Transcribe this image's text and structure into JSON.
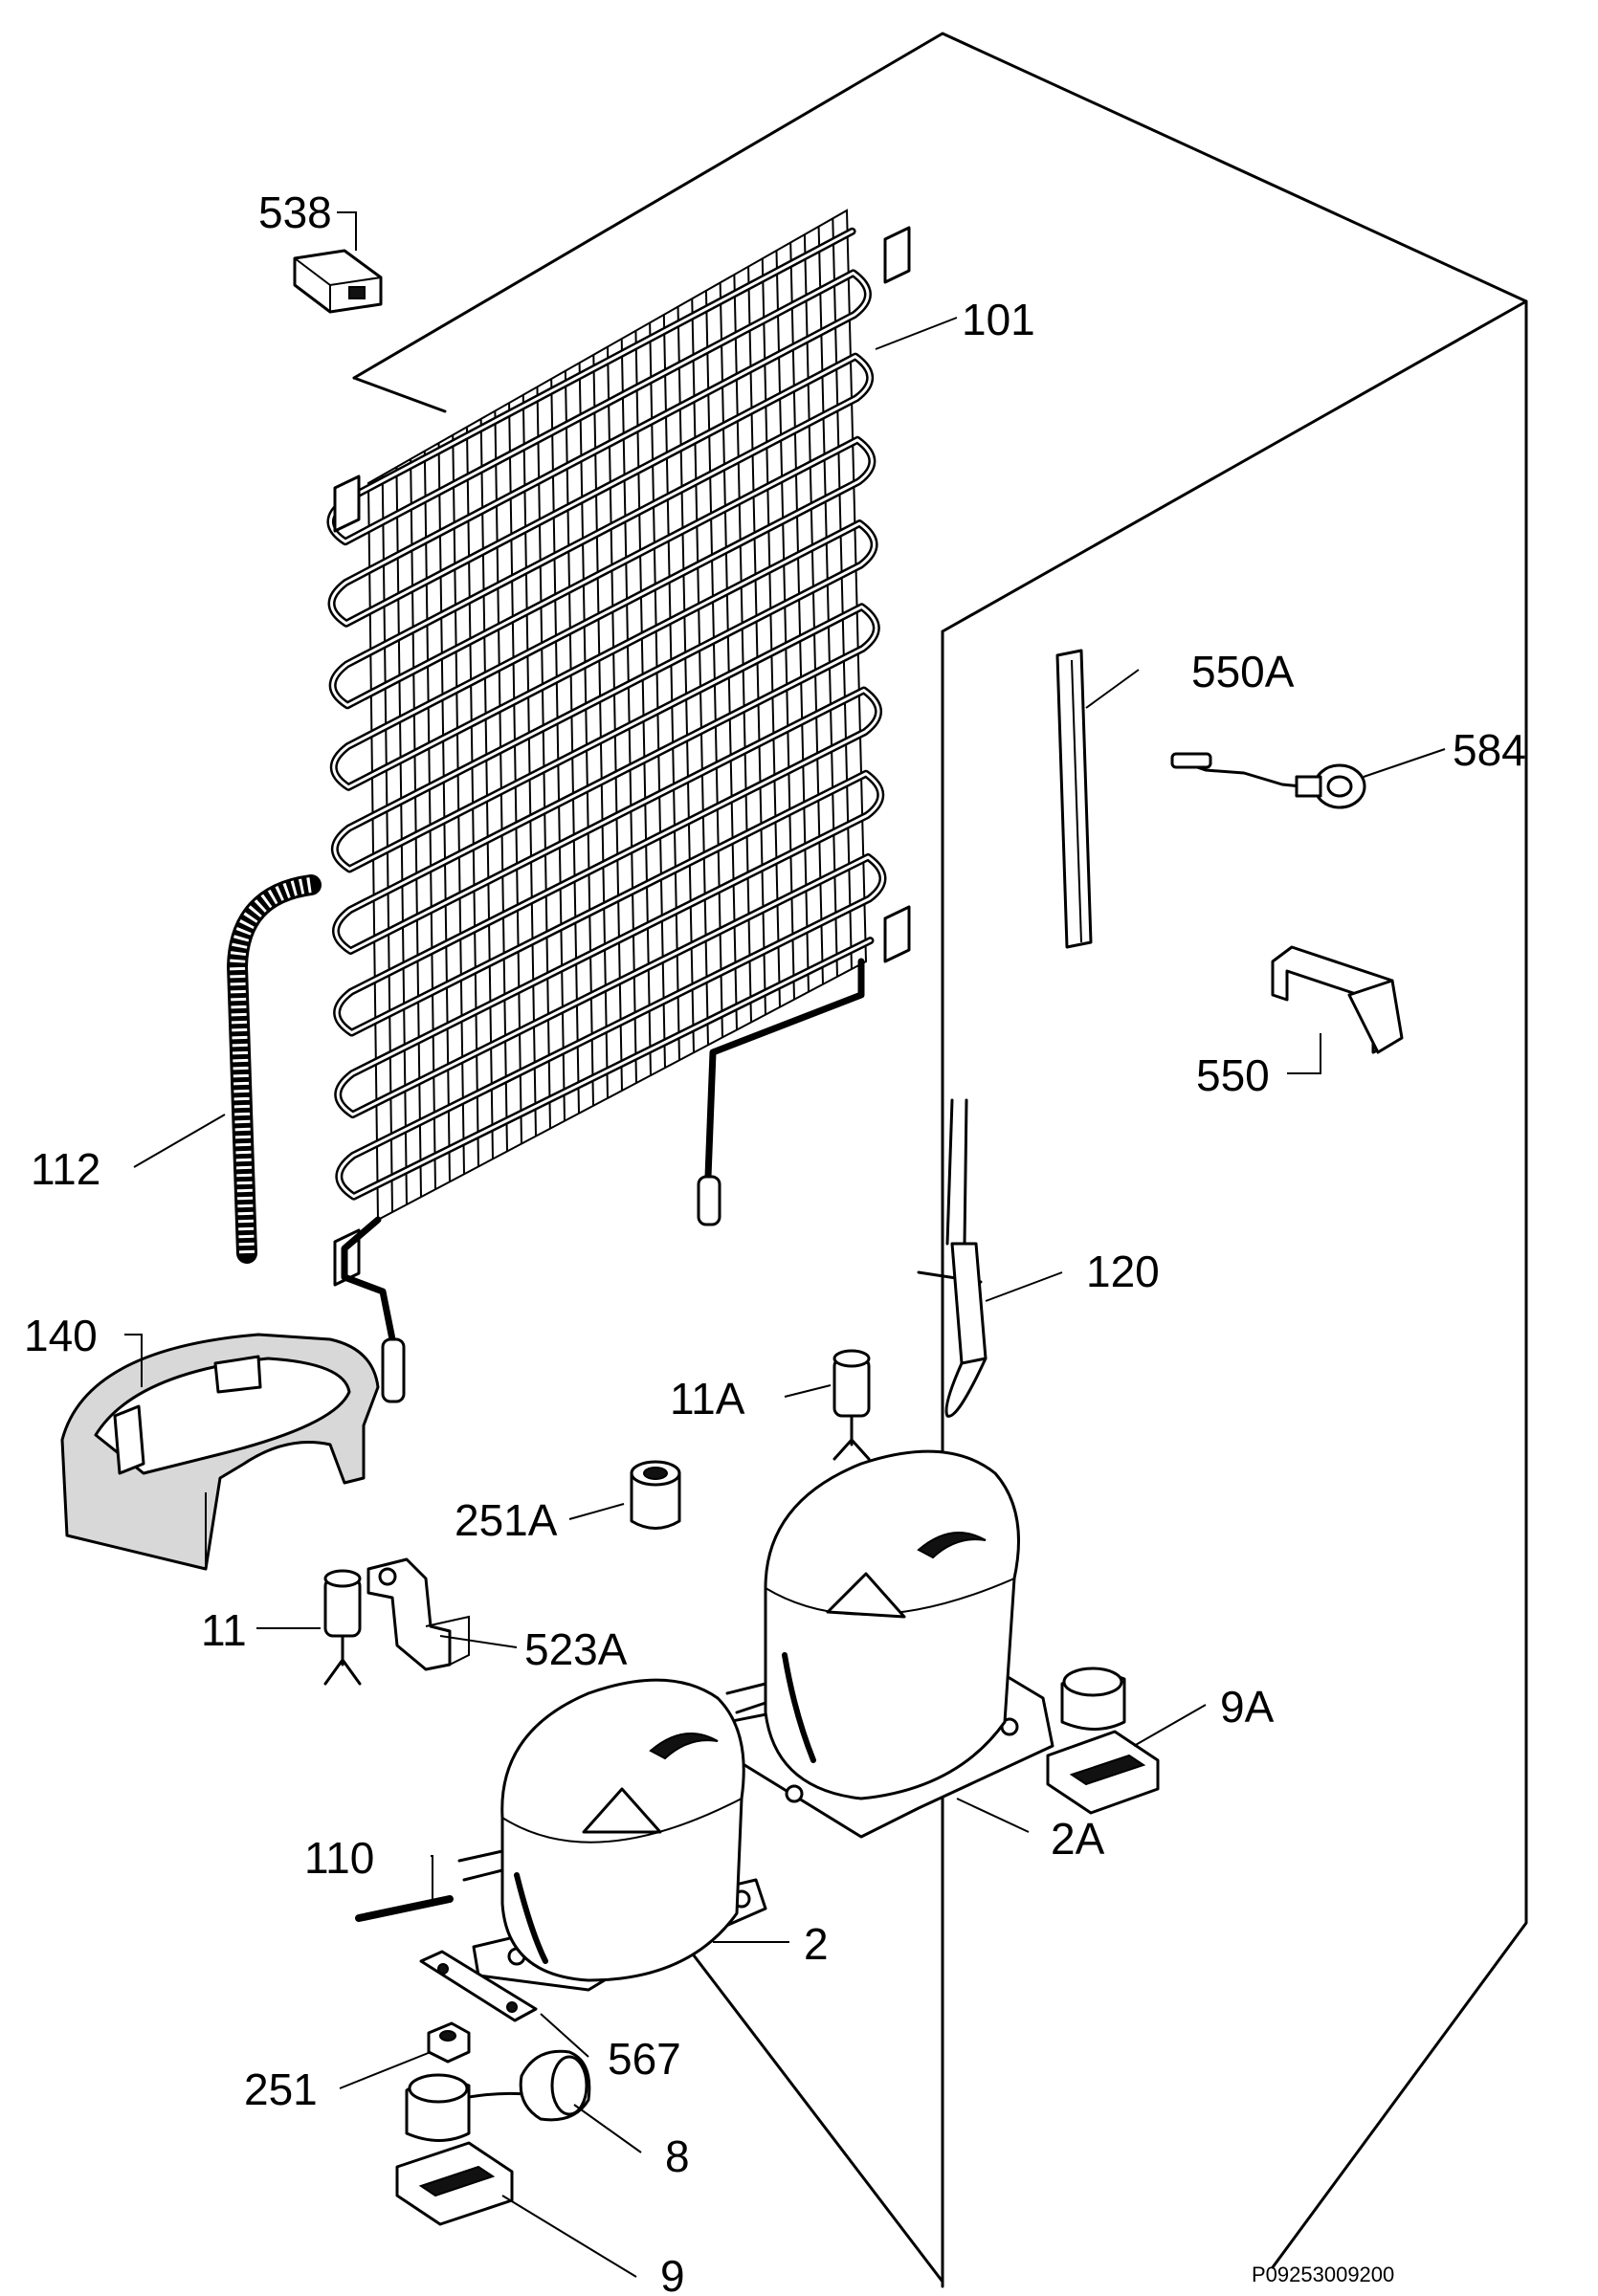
{
  "labels": {
    "p538": "538",
    "p101": "101",
    "p550a": "550A",
    "p584": "584",
    "p550": "550",
    "p112": "112",
    "p120": "120",
    "p140": "140",
    "p11a": "11A",
    "p251a": "251A",
    "p11": "11",
    "p523a": "523A",
    "p9a": "9A",
    "p110": "110",
    "p2a": "2A",
    "p2": "2",
    "p567": "567",
    "p251": "251",
    "p8": "8",
    "p9": "9"
  },
  "drawing_code": "P09253009200"
}
